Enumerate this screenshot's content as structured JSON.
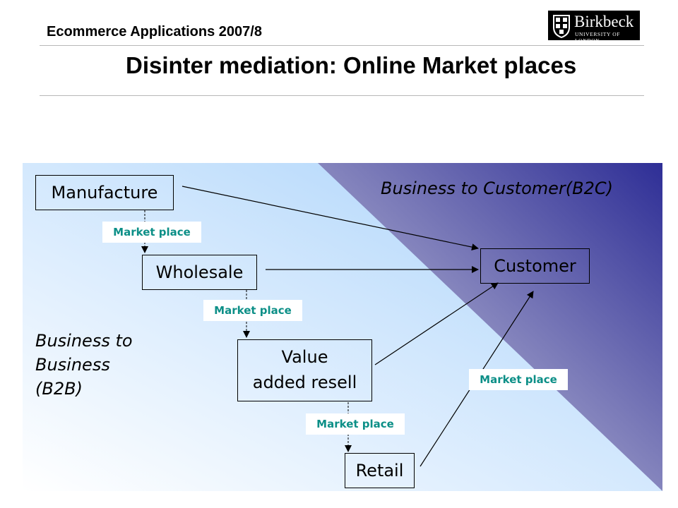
{
  "header": {
    "course": "Ecommerce Applications 2007/8"
  },
  "logo": {
    "name": "Birkbeck",
    "sub": "UNIVERSITY OF LONDON"
  },
  "slide": {
    "title": "Disinter mediation: Online Market places"
  },
  "diagram": {
    "nodes": {
      "manufacture": "Manufacture",
      "wholesale": "Wholesale",
      "value_line1": "Value",
      "value_line2": "added resell",
      "retail": "Retail",
      "customer": "Customer"
    },
    "market_place_label": "Market place",
    "regions": {
      "b2c": "Business to Customer(B2C)",
      "b2b_line1": "Business to",
      "b2b_line2": "Business",
      "b2b_line3": "(B2B)"
    }
  },
  "colors": {
    "b2b_light": "#ffffff",
    "b2b_blue": "#a9d3fb",
    "b2c_light": "#b9b9d8",
    "b2c_dark": "#33339a",
    "market_text": "#0c8f87"
  }
}
